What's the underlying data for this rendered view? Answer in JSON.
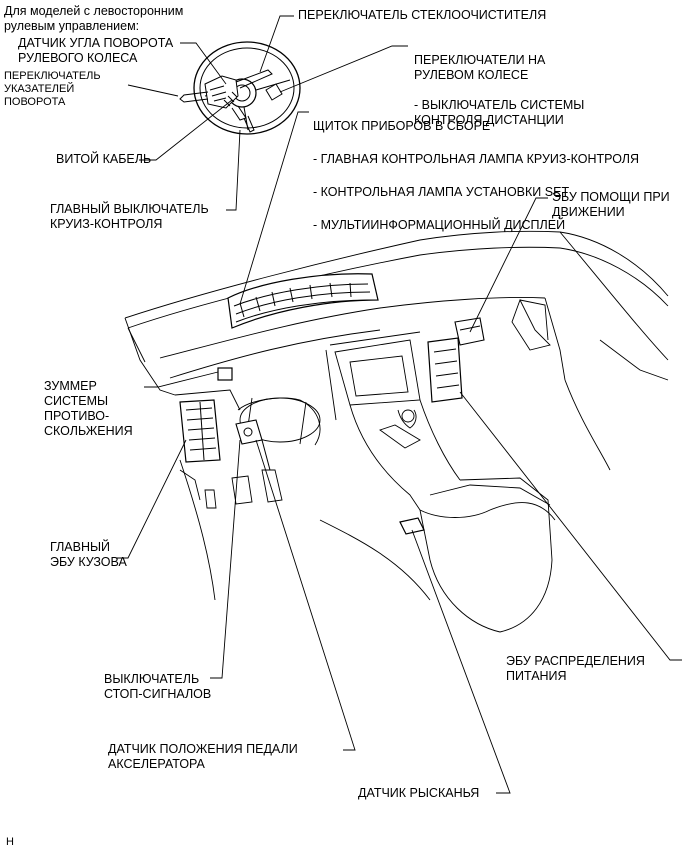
{
  "header_note": "Для моделей с левосторонним\nрулевым управлением:",
  "labels": {
    "steering_angle_sensor": "ДАТЧИК УГЛА ПОВОРОТА\nРУЛЕВОГО КОЛЕСА",
    "turn_signal_switch": "ПЕРЕКЛЮЧАТЕЛЬ\nУКАЗАТЕЛЕЙ\nПОВОРОТА",
    "spiral_cable": "ВИТОЙ КАБЕЛЬ",
    "cruise_main_switch": "ГЛАВНЫЙ ВЫКЛЮЧАТЕЛЬ\nКРУИЗ-КОНТРОЛЯ",
    "wiper_switch": "ПЕРЕКЛЮЧАТЕЛЬ СТЕКЛООЧИСТИТЕЛЯ",
    "steering_pad_switches": "ПЕРЕКЛЮЧАТЕЛИ НА\nРУЛЕВОМ КОЛЕСЕ",
    "steering_pad_sub": "- ВЫКЛЮЧАТЕЛЬ СИСТЕМЫ\n  КОНТРОЛЯ ДИСТАНЦИИ",
    "combination_meter": "ЩИТОК ПРИБОРОВ В СБОРЕ",
    "meter_items": [
      "- ГЛАВНАЯ КОНТРОЛЬНАЯ ЛАМПА КРУИЗ-КОНТРОЛЯ",
      "- КОНТРОЛЬНАЯ ЛАМПА УСТАНОВКИ SET",
      "- МУЛЬТИИНФОРМАЦИОННЫЙ ДИСПЛЕЙ"
    ],
    "driving_support_ecu": "ЭБУ ПОМОЩИ ПРИ\nДВИЖЕНИИ",
    "skid_buzzer": "ЗУММЕР\nСИСТЕМЫ\nПРОТИВО-\nСКОЛЬЖЕНИЯ",
    "main_body_ecu": "ГЛАВНЫЙ\nЭБУ КУЗОВА",
    "stop_light_switch": "ВЫКЛЮЧАТЕЛЬ\nСТОП-СИГНАЛОВ",
    "accel_pedal_sensor": "ДАТЧИК ПОЛОЖЕНИЯ ПЕДАЛИ\nАКСЕЛЕРАТОРА",
    "power_distribution_ecu": "ЭБУ РАСПРЕДЕЛЕНИЯ\nПИТАНИЯ",
    "yaw_rate_sensor": "ДАТЧИК РЫСКАНЬЯ"
  },
  "footer_code": "H"
}
